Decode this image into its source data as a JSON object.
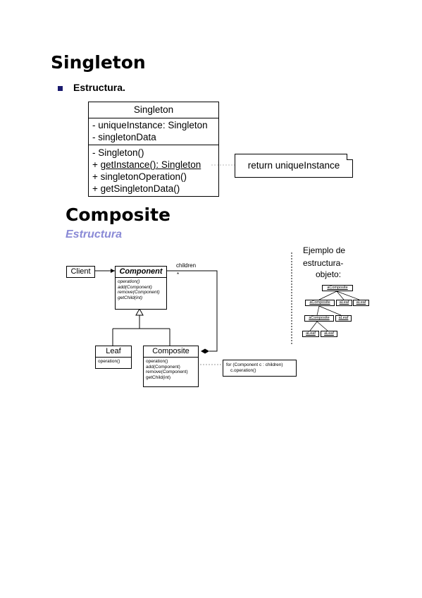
{
  "singleton_section": {
    "title": "Singleton",
    "bullet": "Estructura.",
    "class_box": {
      "name": "Singleton",
      "attributes": [
        "- uniqueInstance: Singleton",
        "- singletonData"
      ],
      "operations": [
        "- Singleton()",
        "+ getInstance(): Singleton",
        "+ singletonOperation()",
        "+ getSingletonData()"
      ]
    },
    "note": "return uniqueInstance"
  },
  "composite_section": {
    "title": "Composite",
    "subtitle": "Estructura",
    "client": "Client",
    "component": {
      "name": "Component",
      "operations": [
        "operation()",
        "add(Component)",
        "remove(Component)",
        "getChild(int)"
      ]
    },
    "children_label": "children",
    "multiplicity": "*",
    "leaf": {
      "name": "Leaf",
      "operations": [
        "operation()"
      ]
    },
    "composite": {
      "name": "Composite",
      "operations": [
        "operation()",
        "add(Component)",
        "remove(Component)",
        "getChild(int)"
      ]
    },
    "note": [
      "for (Component c : children)",
      "c.operation()"
    ],
    "example": {
      "caption": [
        "Ejemplo de",
        "estructura-",
        "objeto:"
      ],
      "root": "aComposite",
      "level1": [
        "aComposite",
        "aLeaf",
        "aLeaf"
      ],
      "level2": [
        "aComposite",
        "aLeaf"
      ],
      "level3": [
        "aLeaf",
        "aLeaf"
      ]
    }
  }
}
